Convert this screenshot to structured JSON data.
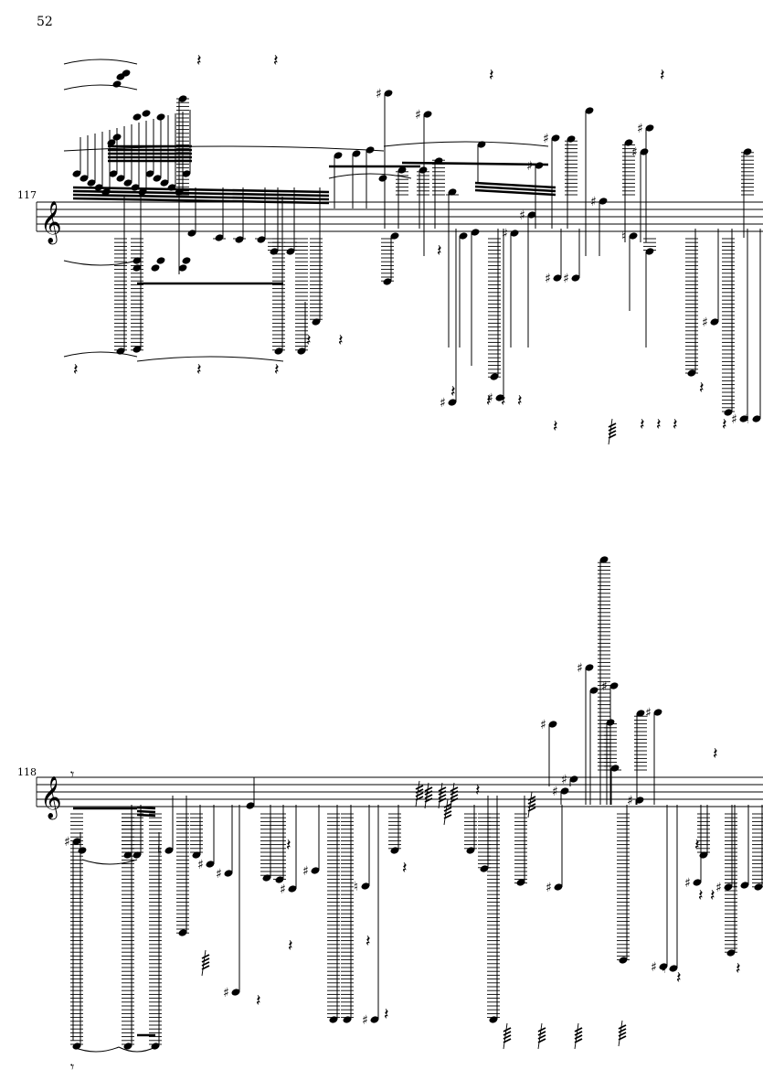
{
  "page": {
    "number": "52"
  },
  "systems": [
    {
      "measure_number": "117",
      "clef": "treble",
      "accidentals": [
        "sharp",
        "sharp",
        "sharp",
        "sharp",
        "sharp",
        "sharp",
        "sharp",
        "sharp",
        "sharp",
        "sharp",
        "natural",
        "sharp",
        "sharp",
        "sharp",
        "sharp",
        "sharp"
      ]
    },
    {
      "measure_number": "118",
      "clef": "treble",
      "accidentals": [
        "sharp",
        "sharp",
        "sharp",
        "sharp",
        "sharp",
        "sharp",
        "sharp",
        "sharp",
        "natural",
        "sharp",
        "sharp",
        "sharp",
        "sharp",
        "sharp",
        "natural",
        "natural"
      ]
    }
  ],
  "colors": {
    "ink": "#000000",
    "paper": "#ffffff"
  }
}
